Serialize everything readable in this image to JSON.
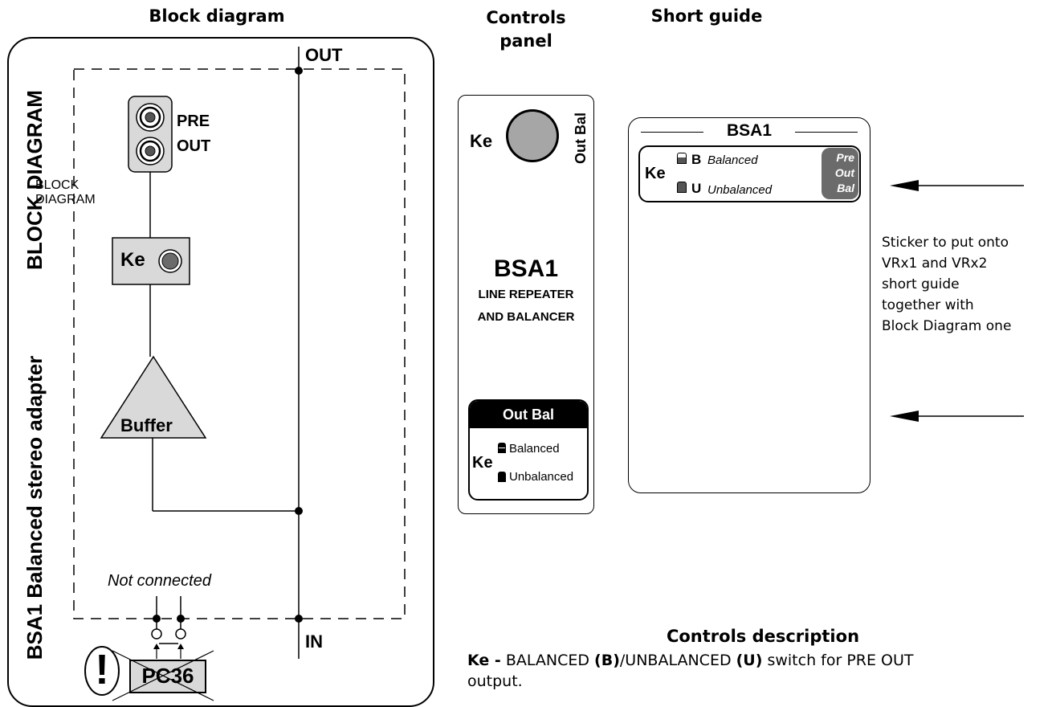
{
  "headers": {
    "block_diagram": "Block diagram",
    "controls_panel_line1": "Controls",
    "controls_panel_line2": "panel",
    "short_guide": "Short guide"
  },
  "block_diagram": {
    "vertical_title": "BLOCK DIAGRAM",
    "vertical_subtitle": "BSA1 Balanced stereo adapter",
    "out_label": "OUT",
    "in_label": "IN",
    "pre_label": "PRE",
    "pre_out_label": "OUT",
    "ke_label": "Ke",
    "buffer_label": "Buffer",
    "not_connected": "Not connected",
    "pc36_label": "PC36",
    "warning_mark": "!"
  },
  "controls_panel": {
    "knob_label": "Ke",
    "knob_side_label": "Out Bal",
    "model": "BSA1",
    "desc_line1": "LINE REPEATER",
    "desc_line2": "AND BALANCER",
    "box_title": "Out Bal",
    "box_ke": "Ke",
    "opt_balanced": "Balanced",
    "opt_unbalanced": "Unbalanced"
  },
  "short_guide": {
    "title": "BSA1",
    "ke": "Ke",
    "b_letter": "B",
    "b_text": "Balanced",
    "u_letter": "U",
    "u_text": "Unbalanced",
    "badge_line1": "Pre",
    "badge_line2": "Out",
    "badge_line3": "Bal"
  },
  "sticker_note": [
    "Sticker to put onto",
    "VRx1 and VRx2",
    "short guide",
    "together with",
    "Block Diagram one"
  ],
  "controls_description": {
    "title": "Controls description",
    "ke": "Ke -",
    "t1": " BALANCED ",
    "b": "(B)",
    "t2": "/UNBALANCED ",
    "u": "(U)",
    "t3": " switch for PRE OUT",
    "line2": "output."
  },
  "colors": {
    "fill_grey": "#d9d9d9",
    "knob_grey": "#a6a6a6",
    "dark_grey": "#6b6b6b"
  }
}
